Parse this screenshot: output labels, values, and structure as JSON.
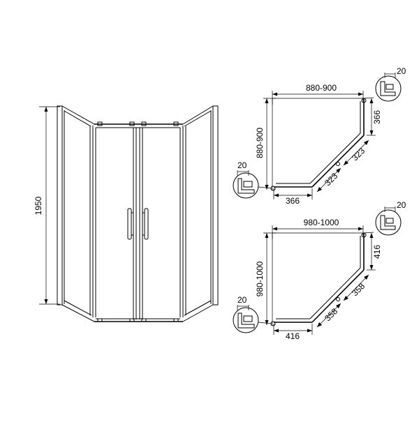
{
  "elevation": {
    "height_label": "1950"
  },
  "plan_small": {
    "width_label": "880-900",
    "depth_label": "880-900",
    "side_right_label": "366",
    "side_bottom_label": "366",
    "diag_1_label": "323",
    "diag_2_label": "323",
    "profile_top_label": "20",
    "profile_left_label": "20"
  },
  "plan_large": {
    "width_label": "980-1000",
    "depth_label": "980-1000",
    "side_right_label": "416",
    "side_bottom_label": "416",
    "diag_1_label": "358",
    "diag_2_label": "358",
    "profile_top_label": "20",
    "profile_left_label": "20"
  }
}
